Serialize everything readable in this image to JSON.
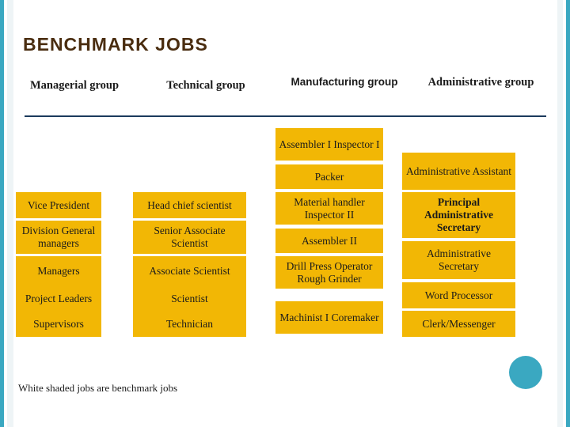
{
  "slide": {
    "title": "BENCHMARK JOBS",
    "footnote": "White shaded jobs are benchmark jobs",
    "accent_color": "#3aa8c1",
    "cell_color": "#f2b705",
    "rule_color": "#1b3a5c"
  },
  "columns": [
    {
      "label": "Managerial group"
    },
    {
      "label": "Technical group"
    },
    {
      "label": "Manufacturing group"
    },
    {
      "label": "Administrative group"
    }
  ],
  "managerial": [
    {
      "text": "Vice President",
      "shaded": false
    },
    {
      "text": "Division General managers",
      "shaded": false
    },
    {
      "text": "Managers",
      "shaded": false
    },
    {
      "text": "Project Leaders",
      "shaded": false
    },
    {
      "text": "Supervisors",
      "shaded": false
    }
  ],
  "technical": [
    {
      "text": "Head chief scientist",
      "shaded": false
    },
    {
      "text": "Senior Associate Scientist",
      "shaded": false
    },
    {
      "text": "Associate Scientist",
      "shaded": false
    },
    {
      "text": "Scientist",
      "shaded": false
    },
    {
      "text": "Technician",
      "shaded": false
    }
  ],
  "manufacturing": [
    {
      "text": "Assembler I Inspector I",
      "shaded": false
    },
    {
      "text": "Packer",
      "shaded": false
    },
    {
      "text": "Material handler Inspector II",
      "shaded": false
    },
    {
      "text": "Assembler II",
      "shaded": false
    },
    {
      "text": "Drill Press Operator Rough Grinder",
      "shaded": false
    },
    {
      "text": "Machinist I Coremaker",
      "shaded": false
    }
  ],
  "administrative": [
    {
      "text": "Administrative Assistant",
      "shaded": false
    },
    {
      "text": "Principal Administrative Secretary",
      "shaded": true
    },
    {
      "text": "Administrative Secretary",
      "shaded": false
    },
    {
      "text": "Word Processor",
      "shaded": false
    },
    {
      "text": "Clerk/Messenger",
      "shaded": false
    }
  ]
}
